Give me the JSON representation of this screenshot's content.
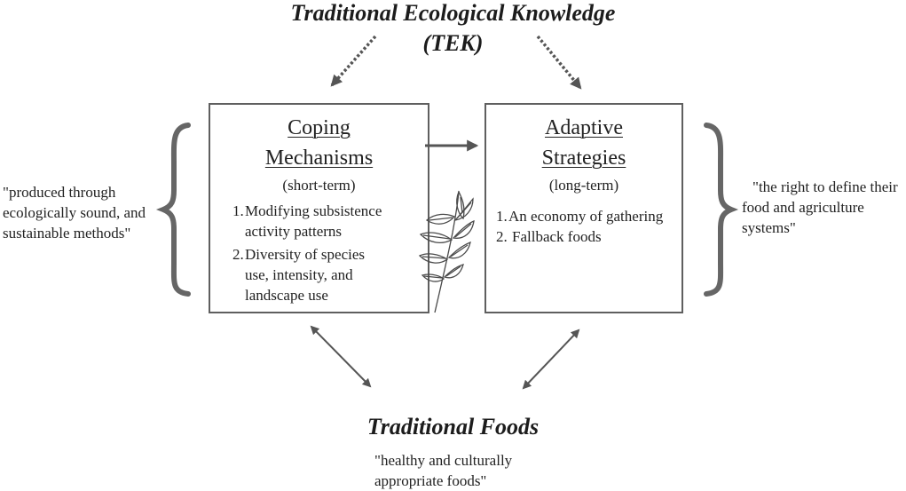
{
  "top_title": {
    "line1": "Traditional Ecological Knowledge",
    "line2": "(TEK)"
  },
  "coping": {
    "title_line1": "Coping",
    "title_line2": "Mechanisms",
    "subtitle": "(short-term)",
    "items": [
      {
        "num": "1.",
        "lines": [
          "Modifying subsistence",
          "activity patterns"
        ]
      },
      {
        "num": "2.",
        "lines": [
          "Diversity of species",
          "use, intensity, and",
          "landscape use"
        ]
      }
    ]
  },
  "adaptive": {
    "title_line1": "Adaptive",
    "title_line2": "Strategies",
    "subtitle": "(long-term)",
    "items": [
      {
        "num": "1.",
        "lines": [
          "An economy of gathering"
        ]
      },
      {
        "num": "2.",
        "lines": [
          "Fallback foods"
        ]
      }
    ]
  },
  "left_quote": [
    "\"produced through",
    "ecologically sound, and",
    "sustainable methods\""
  ],
  "right_quote": [
    "\"the right to define their",
    "food and agriculture",
    "systems\""
  ],
  "bottom_title": "Traditional Foods",
  "bottom_quote": [
    "\"healthy and culturally",
    "appropriate foods\""
  ],
  "colors": {
    "arrow": "#555555",
    "box_border": "#5f5f5f",
    "brace": "#666666",
    "text": "#222222"
  },
  "icons": [
    "plant-sprig-icon",
    "left-brace-icon",
    "right-brace-icon"
  ]
}
